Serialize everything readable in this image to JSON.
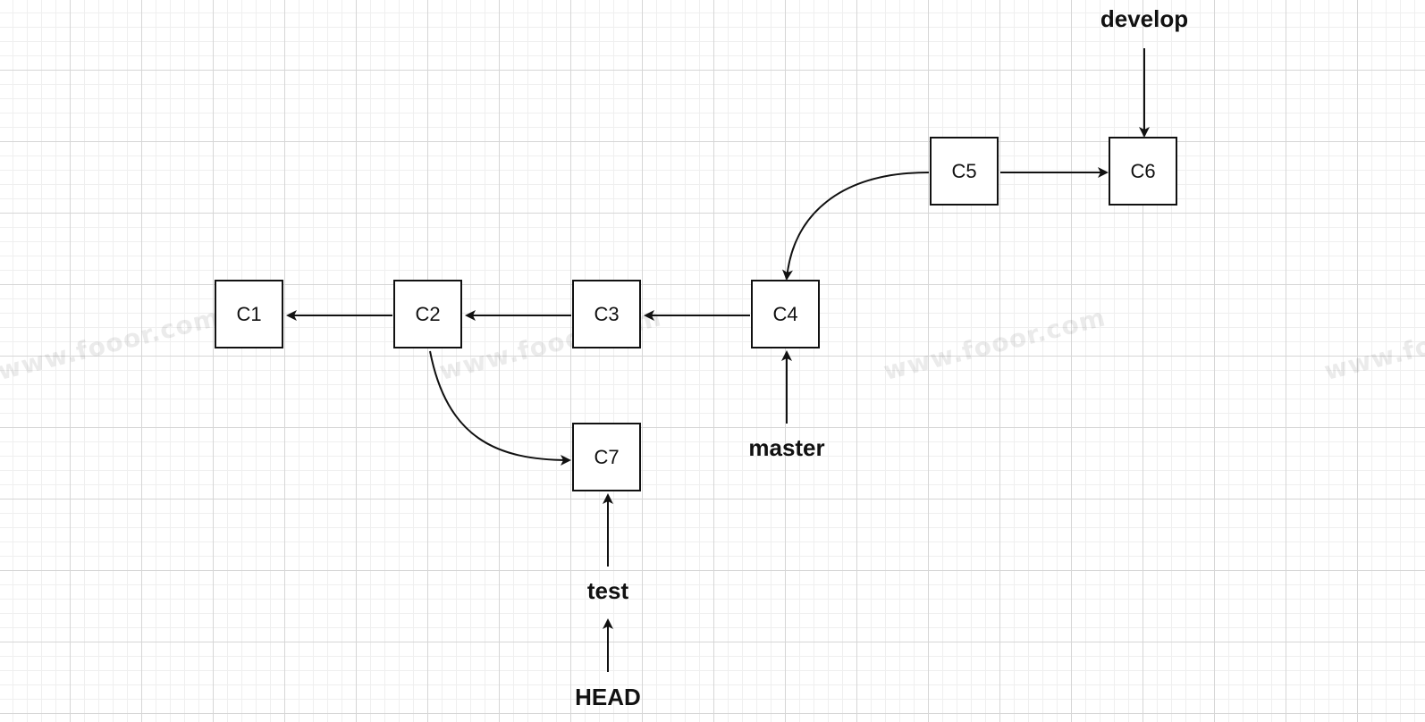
{
  "watermark": "www.fooor.com",
  "commits": {
    "c1": "C1",
    "c2": "C2",
    "c3": "C3",
    "c4": "C4",
    "c5": "C5",
    "c6": "C6",
    "c7": "C7"
  },
  "refs": {
    "develop": "develop",
    "master": "master",
    "test": "test",
    "head": "HEAD"
  },
  "edges": [
    {
      "from": "C2",
      "to": "C1"
    },
    {
      "from": "C3",
      "to": "C2"
    },
    {
      "from": "C4",
      "to": "C3"
    },
    {
      "from": "C5",
      "to": "C4"
    },
    {
      "from": "C5",
      "to": "C6"
    },
    {
      "from": "C2",
      "to": "C7"
    },
    {
      "from": "develop",
      "to": "C6"
    },
    {
      "from": "master",
      "to": "C4"
    },
    {
      "from": "test",
      "to": "C7"
    },
    {
      "from": "HEAD",
      "to": "test"
    }
  ]
}
